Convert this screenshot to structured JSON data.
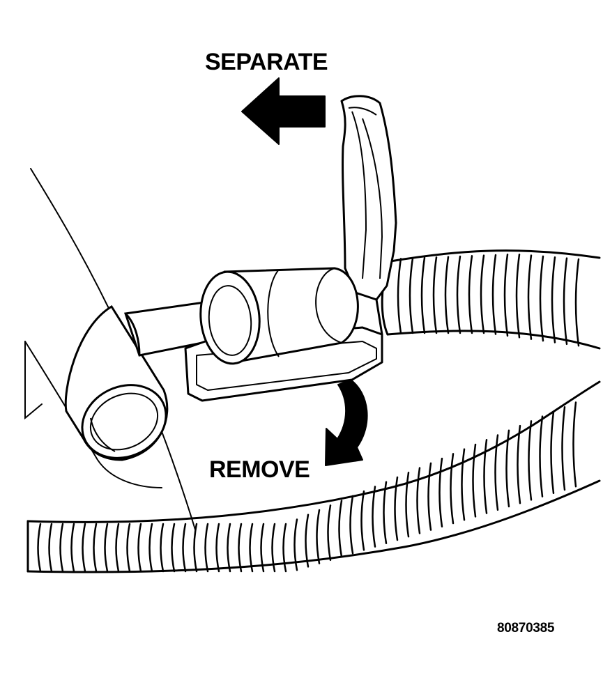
{
  "labels": {
    "separate": "SEPARATE",
    "remove": "REMOVE",
    "figure_code": "80870385"
  },
  "colors": {
    "ink": "#000000",
    "paper": "#ffffff"
  },
  "icons": {
    "separate_arrow": "arrow-left-icon",
    "remove_arrow": "curved-arrow-down-icon"
  }
}
